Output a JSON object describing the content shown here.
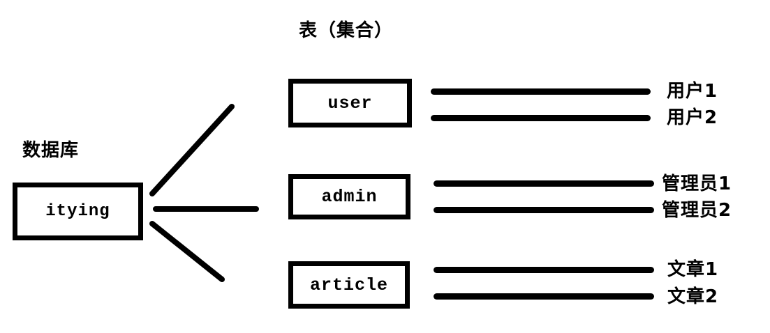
{
  "page": {
    "background_color": "#ffffff",
    "ink_color": "#000000"
  },
  "title": "表（集合）",
  "database": {
    "label": "数据库",
    "box_text": "itying"
  },
  "collections": [
    {
      "box_text": "user",
      "documents": [
        "用户1",
        "用户2"
      ]
    },
    {
      "box_text": "admin",
      "documents": [
        "管理员1",
        "管理员2"
      ]
    },
    {
      "box_text": "article",
      "documents": [
        "文章1",
        "文章2"
      ]
    }
  ]
}
